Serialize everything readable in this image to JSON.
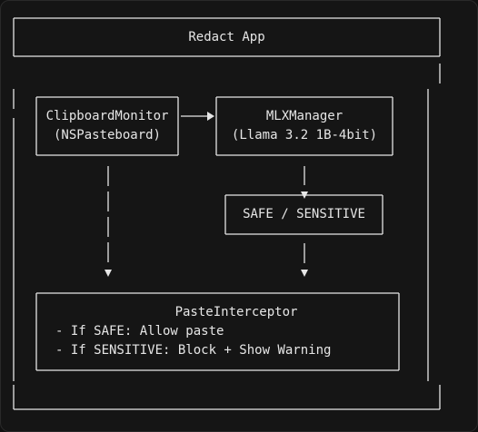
{
  "diagram": {
    "title": "Redact App",
    "nodes": {
      "clipboard_monitor": {
        "line1": "ClipboardMonitor",
        "line2": "(NSPasteboard)"
      },
      "mlx_manager": {
        "line1": "MLXManager",
        "line2": "(Llama 3.2 1B-4bit)"
      },
      "decision": {
        "label": "SAFE / SENSITIVE"
      },
      "paste_interceptor": {
        "title": "PasteInterceptor",
        "rules": [
          "- If SAFE: Allow paste",
          "- If SENSITIVE: Block + Show Warning"
        ]
      }
    },
    "colors": {
      "background": "#151515",
      "line": "#e6e6e6",
      "text": "#e6e6e6"
    }
  }
}
